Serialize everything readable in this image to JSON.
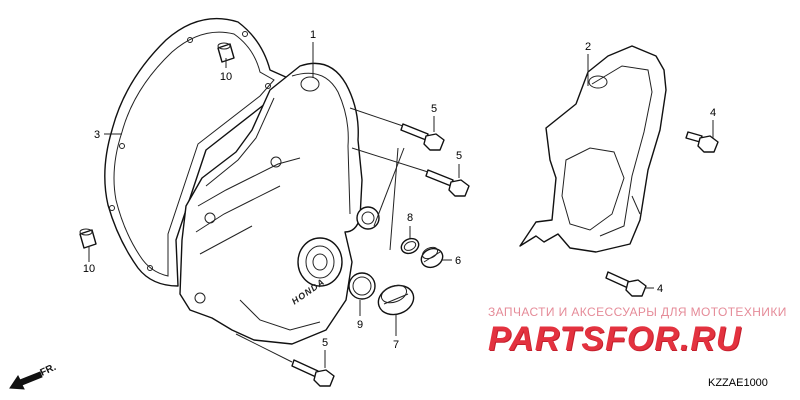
{
  "callouts": {
    "c1": "1",
    "c2": "2",
    "c3": "3",
    "c4a": "4",
    "c4b": "4",
    "c5a": "5",
    "c5b": "5",
    "c5c": "5",
    "c6": "6",
    "c7": "7",
    "c8": "8",
    "c9": "9",
    "c10a": "10",
    "c10b": "10"
  },
  "cover_brand": "HONDA",
  "direction_label": "FR.",
  "watermark": {
    "caption": "ЗАПЧАСТИ И АКСЕССУАРЫ ДЛЯ МОТОТЕХНИКИ",
    "logo": "PARTSFOR.RU"
  },
  "diagram_code": "KZZAE1000",
  "colors": {
    "watermark_text": "#e58b98",
    "watermark_logo": "#e3323f",
    "line": "#111111"
  }
}
